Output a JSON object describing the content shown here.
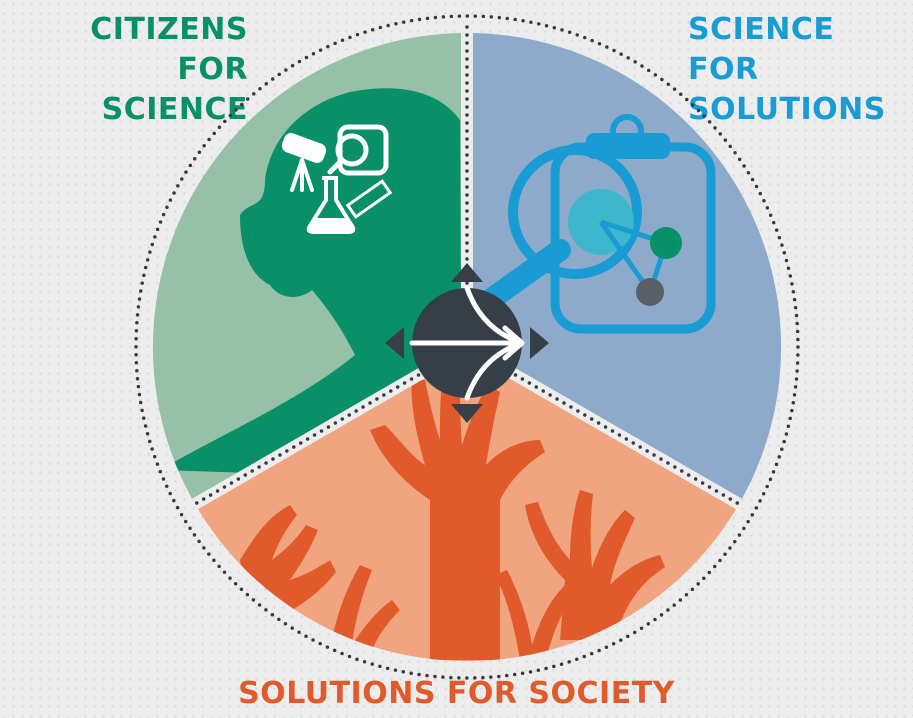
{
  "segments": [
    {
      "id": "citizens-for-science",
      "label_lines": [
        "CITIZENS FOR",
        "SCIENCE"
      ],
      "color": "#0a9068",
      "fill": "#96c0a8"
    },
    {
      "id": "science-for-solutions",
      "label_lines": [
        "SCIENCE FOR",
        "SOLUTIONS"
      ],
      "color": "#199bd3",
      "fill": "#8eaacb"
    },
    {
      "id": "solutions-for-society",
      "label_lines": [
        "SOLUTIONS FOR SOCIETY"
      ],
      "color": "#e05a2b",
      "fill": "#f0a47f"
    }
  ],
  "center_hub": {
    "color": "#363e47"
  },
  "icons": [
    "head-silhouette-icon",
    "telescope-icon",
    "magnifier-icon",
    "flask-icon",
    "ruler-icon",
    "clipboard-magnifier-icon",
    "raised-hands-icon",
    "compass-arrow-icon"
  ]
}
